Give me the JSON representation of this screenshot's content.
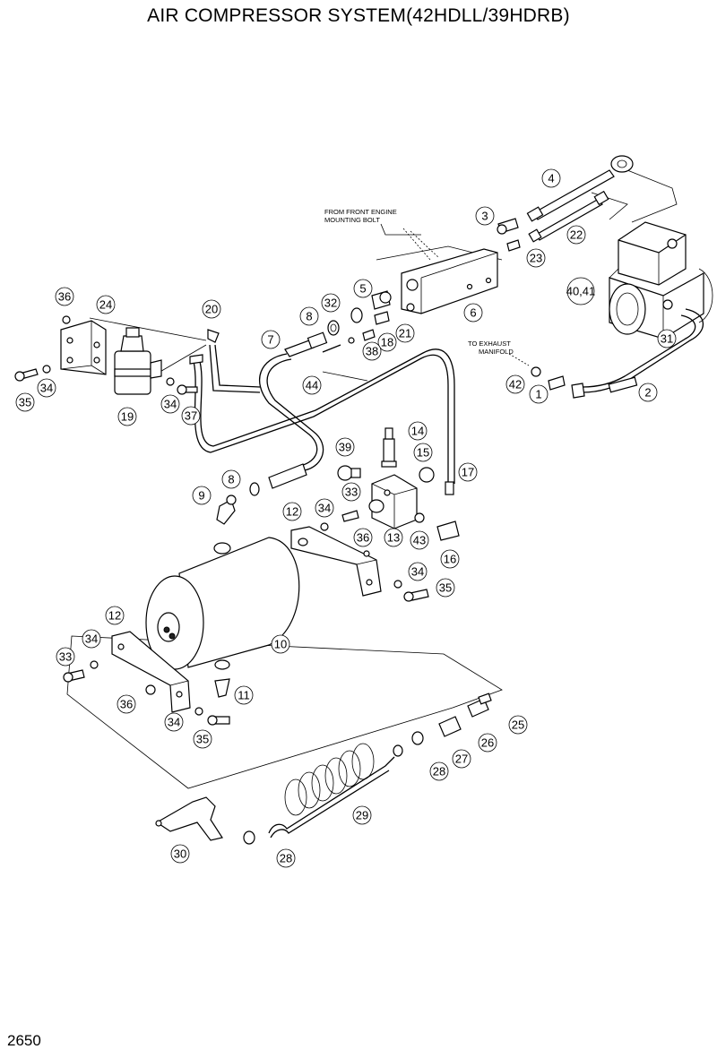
{
  "title": "AIR COMPRESSOR SYSTEM(42HDLL/39HDRB)",
  "page_number": "2650",
  "notes": {
    "front_engine_line1": "FROM FRONT ENGINE",
    "front_engine_line2": "MOUNTING BOLT",
    "exhaust_line1": "TO EXHAUST",
    "exhaust_line2": "MANIFOLD"
  },
  "callouts": [
    {
      "label": "4"
    },
    {
      "label": "3"
    },
    {
      "label": "22"
    },
    {
      "label": "23"
    },
    {
      "label": "40,41"
    },
    {
      "label": "31"
    },
    {
      "label": "2"
    },
    {
      "label": "1"
    },
    {
      "label": "42"
    },
    {
      "label": "36"
    },
    {
      "label": "24"
    },
    {
      "label": "20"
    },
    {
      "label": "32"
    },
    {
      "label": "8"
    },
    {
      "label": "5"
    },
    {
      "label": "6"
    },
    {
      "label": "7"
    },
    {
      "label": "21"
    },
    {
      "label": "18"
    },
    {
      "label": "38"
    },
    {
      "label": "44"
    },
    {
      "label": "35"
    },
    {
      "label": "34"
    },
    {
      "label": "19"
    },
    {
      "label": "34"
    },
    {
      "label": "37"
    },
    {
      "label": "14"
    },
    {
      "label": "39"
    },
    {
      "label": "15"
    },
    {
      "label": "8"
    },
    {
      "label": "17"
    },
    {
      "label": "9"
    },
    {
      "label": "33"
    },
    {
      "label": "34"
    },
    {
      "label": "12"
    },
    {
      "label": "36"
    },
    {
      "label": "13"
    },
    {
      "label": "43"
    },
    {
      "label": "16"
    },
    {
      "label": "34"
    },
    {
      "label": "35"
    },
    {
      "label": "12"
    },
    {
      "label": "34"
    },
    {
      "label": "10"
    },
    {
      "label": "33"
    },
    {
      "label": "11"
    },
    {
      "label": "36"
    },
    {
      "label": "34"
    },
    {
      "label": "25"
    },
    {
      "label": "35"
    },
    {
      "label": "26"
    },
    {
      "label": "27"
    },
    {
      "label": "28"
    },
    {
      "label": "29"
    },
    {
      "label": "30"
    },
    {
      "label": "28"
    }
  ]
}
